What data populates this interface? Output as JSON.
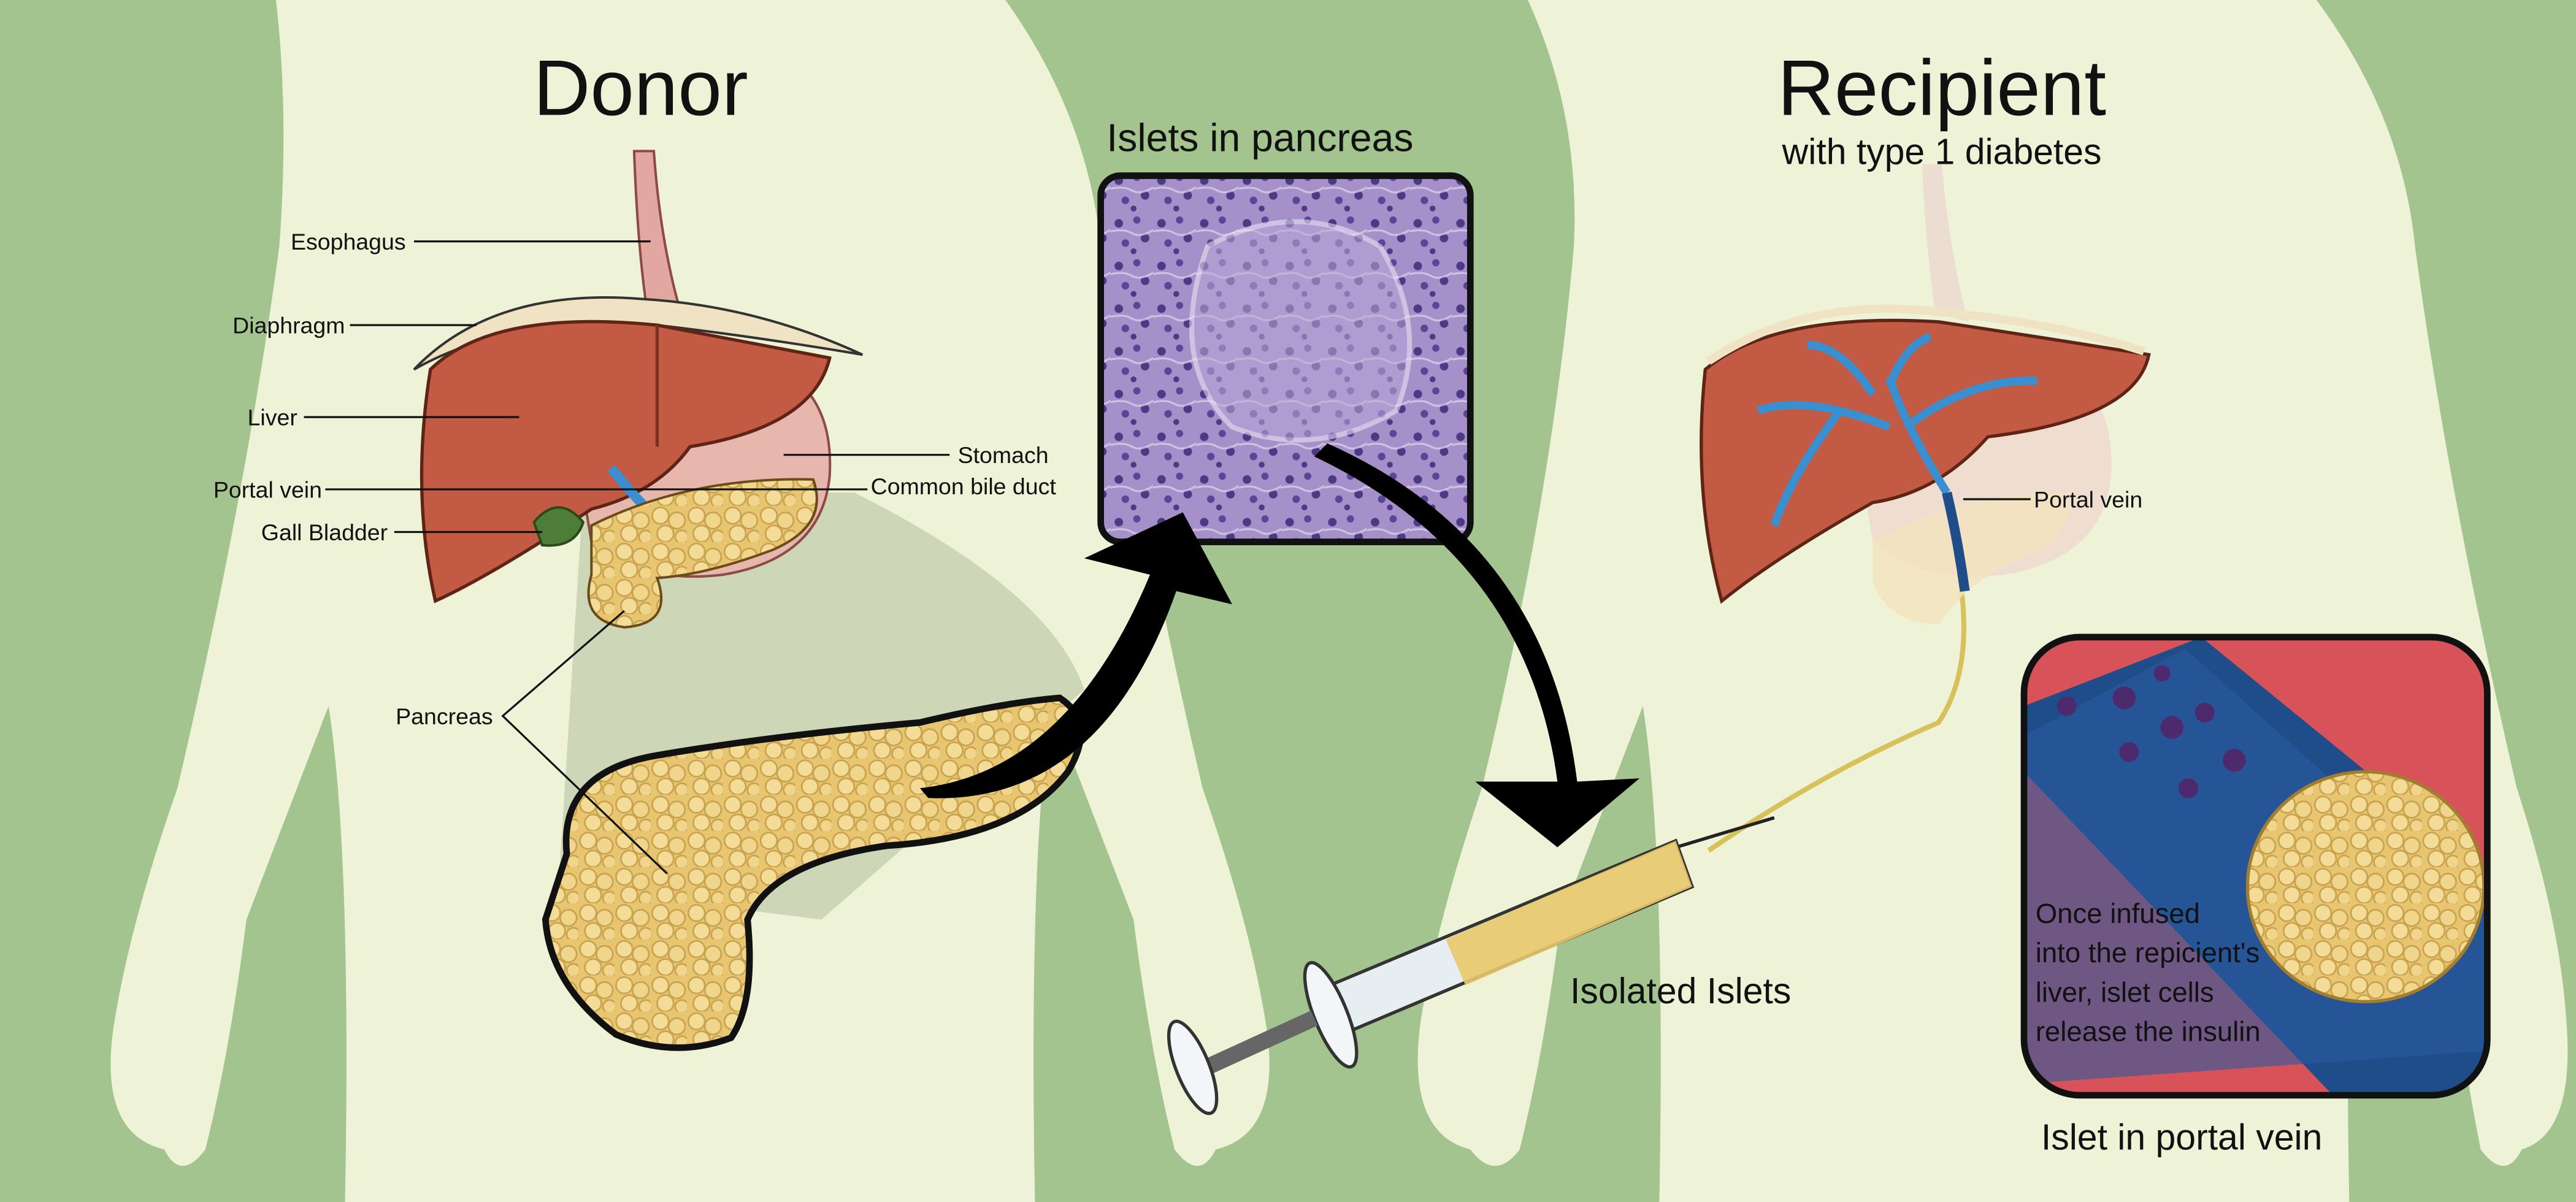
{
  "colors": {
    "background": "#a3c38f",
    "body_silhouette": "#eef2d6",
    "liver": "#c25a44",
    "pancreas": "#e8c873",
    "stomach": "#e7b6ad",
    "portal_vein": "#3a8fd0",
    "vessel_wall_red": "#d8525a",
    "vessel_blue": "#1e4d8a",
    "tissue_purple": "#9a85bf",
    "arrow": "#000000",
    "syringe_fluid": "#e8c86a"
  },
  "donor": {
    "title": "Donor",
    "labels": {
      "esophagus": "Esophagus",
      "diaphragm": "Diaphragm",
      "liver": "Liver",
      "portal_vein": "Portal vein",
      "gall_bladder": "Gall Bladder",
      "stomach": "Stomach",
      "common_bile_duct": "Common bile duct",
      "pancreas": "Pancreas"
    }
  },
  "islets_panel": {
    "title": "Islets in pancreas"
  },
  "recipient": {
    "title": "Recipient",
    "subtitle": "with type 1 diabetes",
    "labels": {
      "portal_vein": "Portal vein"
    }
  },
  "syringe": {
    "label": "Isolated Islets"
  },
  "inset": {
    "caption": "Islet in portal vein",
    "description_lines": [
      "Once infused",
      "into the repicient's",
      "liver, islet cells",
      "release the insulin"
    ]
  },
  "icons": [
    "donor-body-silhouette",
    "recipient-body-silhouette",
    "liver-icon",
    "pancreas-icon",
    "syringe-icon",
    "curved-arrow-icon"
  ]
}
